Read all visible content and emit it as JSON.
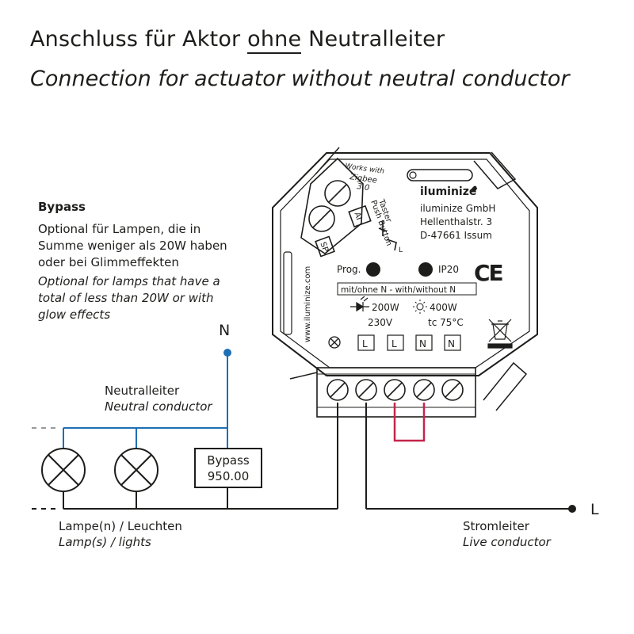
{
  "title": {
    "de_before": "Anschluss für Aktor ",
    "de_emphasis": "ohne",
    "de_after": " Neutralleiter",
    "en": "Connection for actuator without neutral conductor"
  },
  "bypass_note": {
    "heading": "Bypass",
    "de_lines": [
      "Optional für Lampen, die in",
      "Summe weniger als 20W haben",
      "oder bei Glimmeffekten"
    ],
    "en_lines": [
      "Optional for lamps that have a",
      "total of less than 20W or with",
      "glow effects"
    ]
  },
  "labels": {
    "n_terminal": "N",
    "l_terminal": "L",
    "neutral_de": "Neutralleiter",
    "neutral_en": "Neutral conductor",
    "lamps_de": "Lampe(n) / Leuchten",
    "lamps_en": "Lamp(s) / lights",
    "live_de": "Stromleiter",
    "live_en": "Live conductor"
  },
  "bypass_box": {
    "line1": "Bypass",
    "line2": "950.00"
  },
  "device": {
    "works_with": "Works with",
    "zigbee": "Zigbee",
    "zigbee_version": "3.0",
    "brand": "iluminize",
    "company": "iluminize GmbH",
    "street": "Hellenthalstr. 3",
    "city": "D-47661 Issum",
    "website": "www.iluminize.com",
    "taster": "Taster",
    "push_button": "Push Button",
    "ai": "AI",
    "sp": "SP",
    "small_l": "L",
    "prog": "Prog.",
    "ip": "IP20",
    "ce": "CE",
    "neutral_option": "mit/ohne N - with/without N",
    "led_power": "200W",
    "bulb_power": "400W",
    "voltage": "230V",
    "tc": "tc 75°C",
    "terminals": [
      "L",
      "L",
      "N",
      "N"
    ]
  },
  "colors": {
    "ink": "#1d1d1b",
    "neutral_wire": "#1f6fb4",
    "bridge_wire": "#c4254a",
    "dashed": "#9a9a9a"
  }
}
